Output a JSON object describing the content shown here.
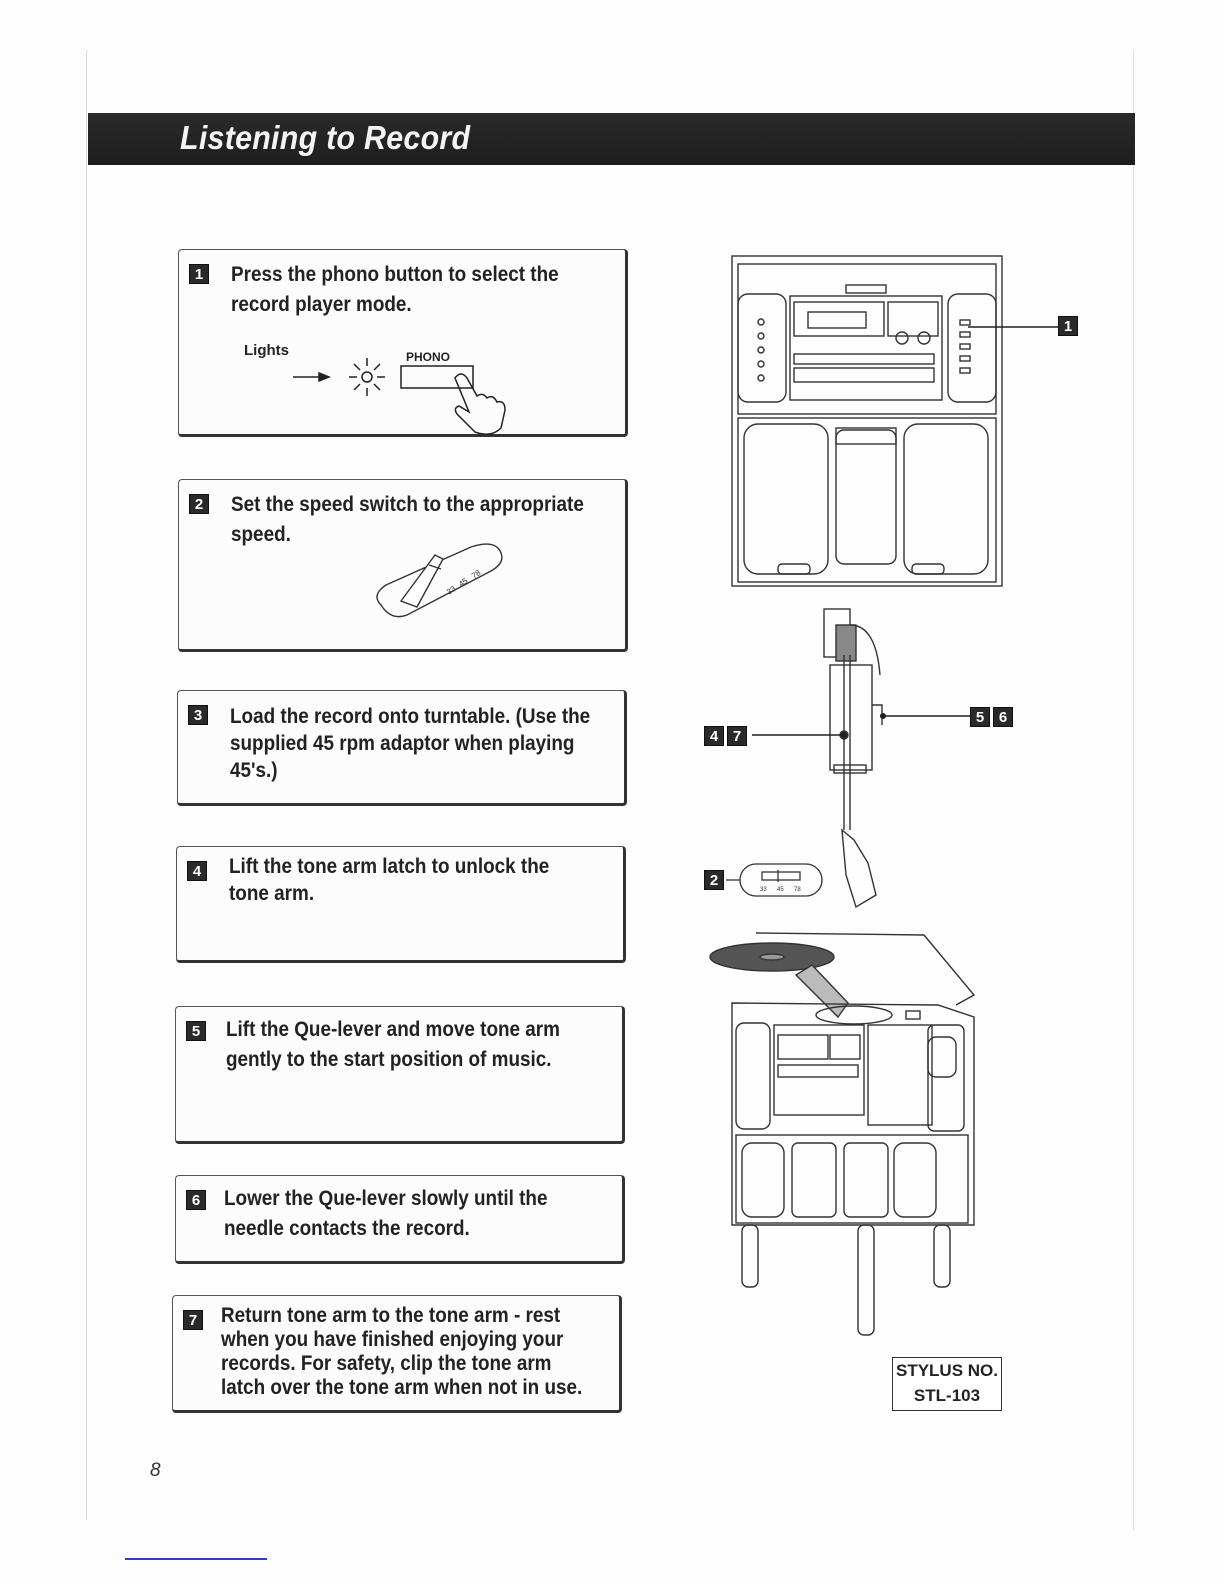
{
  "header": {
    "title": "Listening to Record"
  },
  "steps": [
    {
      "num": "1",
      "text": "Press the phono button to select the record player mode."
    },
    {
      "num": "2",
      "text": "Set the speed switch to the appropriate speed."
    },
    {
      "num": "3",
      "text": "Load the record onto turntable. (Use the supplied 45 rpm adaptor  when playing 45's.)"
    },
    {
      "num": "4",
      "text": "Lift the tone arm latch to unlock the tone arm."
    },
    {
      "num": "5",
      "text": "Lift the Que-lever and move tone arm gently to the start position of music."
    },
    {
      "num": "6",
      "text": "Lower the Que-lever slowly until the needle contacts the record."
    },
    {
      "num": "7",
      "text": "Return tone arm to the tone arm - rest when you have finished enjoying your records. For safety, clip the tone arm latch over the tone arm when not in use."
    }
  ],
  "step1_figure": {
    "lights_label": "Lights",
    "phono_label": "PHONO"
  },
  "speed_switch": {
    "marks": [
      "33",
      "45",
      "78"
    ]
  },
  "callouts": {
    "c1": "1",
    "c4": "4",
    "c7": "7",
    "c5": "5",
    "c6": "6",
    "c2": "2"
  },
  "stylus": {
    "line1": "STYLUS NO.",
    "line2": "STL-103"
  },
  "page_number": "8"
}
